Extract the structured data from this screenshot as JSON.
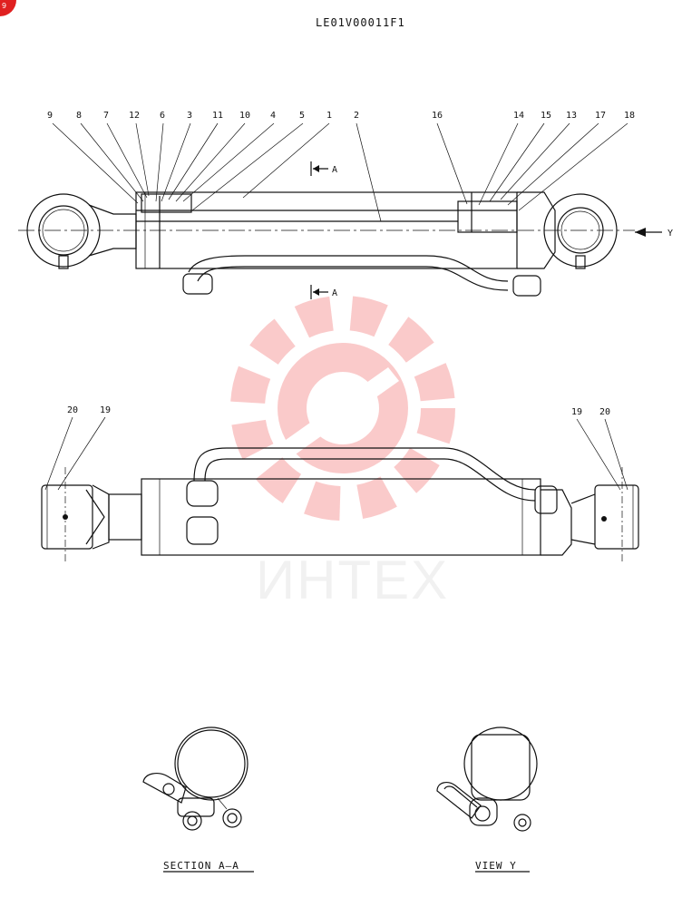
{
  "drawing_code": "LE01V00011F1",
  "corner_badge": "9",
  "watermark": {
    "text": "ИНТЕХ",
    "color": "#f26b6b"
  },
  "section_marks": {
    "top": "A",
    "bottom": "A"
  },
  "view_arrow": "Y",
  "top_view_callouts": [
    "9",
    "8",
    "7",
    "12",
    "6",
    "3",
    "11",
    "10",
    "4",
    "5",
    "1",
    "2",
    "16",
    "14",
    "15",
    "13",
    "17",
    "18"
  ],
  "bottom_view_callouts": {
    "left": [
      "20",
      "19"
    ],
    "right": [
      "19",
      "20"
    ]
  },
  "captions": {
    "section": "SECTION A—A",
    "view": "VIEW Y"
  }
}
